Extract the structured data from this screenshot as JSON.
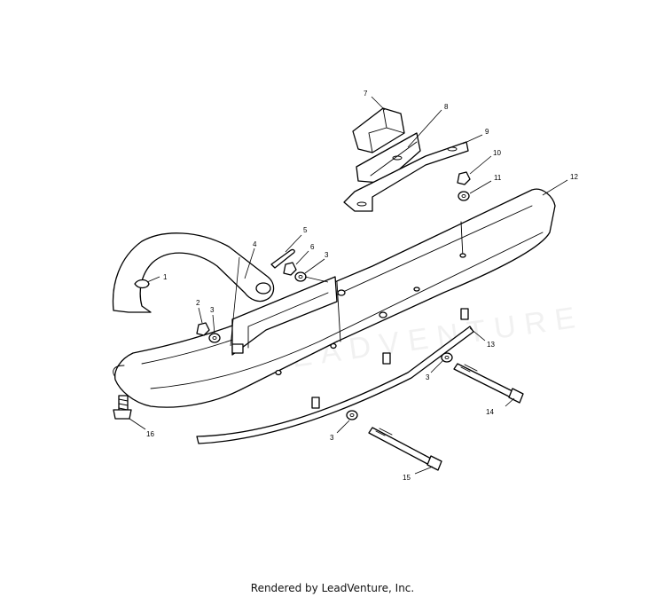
{
  "watermark_text": "LEADVENTURE",
  "footer": {
    "text": "Rendered by LeadVenture, Inc."
  },
  "callouts": [
    {
      "id": "c1",
      "label": "1"
    },
    {
      "id": "c2",
      "label": "2"
    },
    {
      "id": "c3a",
      "label": "3"
    },
    {
      "id": "c4",
      "label": "4"
    },
    {
      "id": "c5",
      "label": "5"
    },
    {
      "id": "c6",
      "label": "6"
    },
    {
      "id": "c3b",
      "label": "3"
    },
    {
      "id": "c7",
      "label": "7"
    },
    {
      "id": "c8",
      "label": "8"
    },
    {
      "id": "c9",
      "label": "9"
    },
    {
      "id": "c10",
      "label": "10"
    },
    {
      "id": "c11",
      "label": "11"
    },
    {
      "id": "c12",
      "label": "12"
    },
    {
      "id": "c13",
      "label": "13"
    },
    {
      "id": "c3c",
      "label": "3"
    },
    {
      "id": "c14",
      "label": "14"
    },
    {
      "id": "c16",
      "label": "16"
    },
    {
      "id": "c3d",
      "label": "3"
    },
    {
      "id": "c15",
      "label": "15"
    }
  ]
}
